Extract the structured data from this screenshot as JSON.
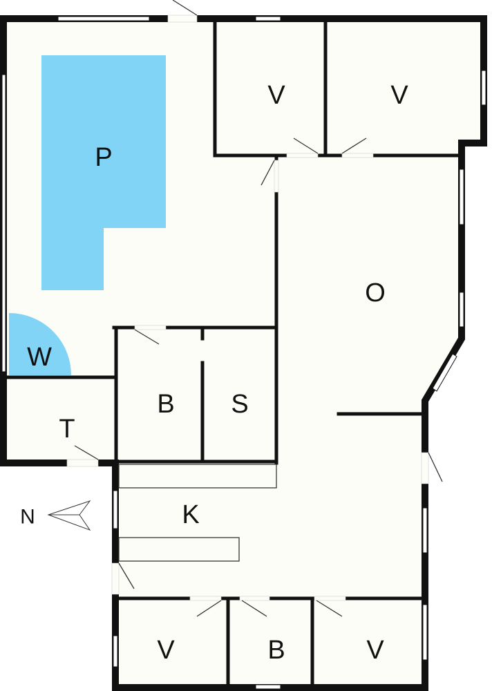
{
  "colors": {
    "floor": "#fdfdf8",
    "wall": "#111111",
    "water": "#81d4f5"
  },
  "rooms": {
    "pool": "P",
    "whirlpool": "W",
    "bedroom_top_left": "V",
    "bedroom_top_right": "V",
    "living": "O",
    "bathroom_mid": "B",
    "sauna": "S",
    "toilet": "T",
    "kitchen": "K",
    "bedroom_bottom_left": "V",
    "bathroom_bottom": "B",
    "bedroom_bottom_right": "V"
  },
  "compass": {
    "label": "N",
    "direction": "west"
  }
}
